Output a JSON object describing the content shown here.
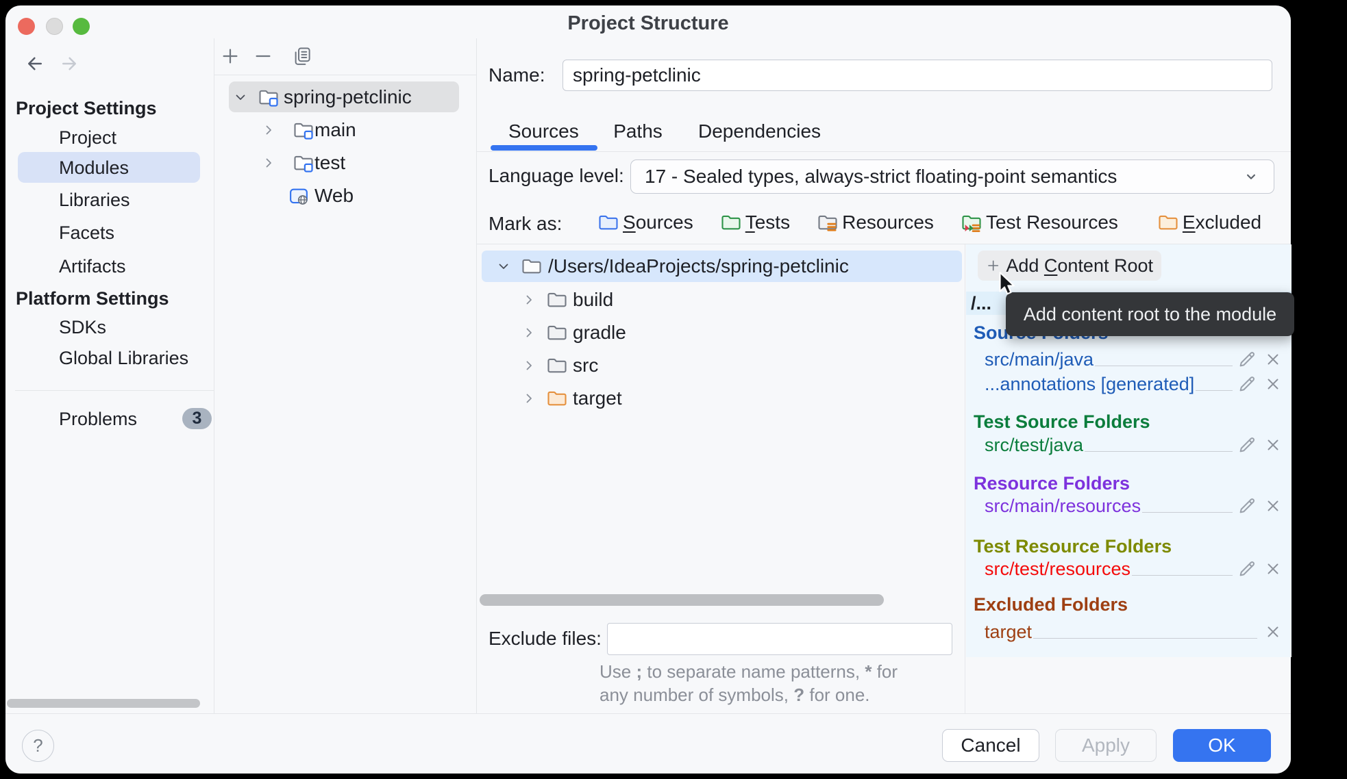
{
  "window": {
    "title": "Project Structure"
  },
  "colors": {
    "accent": "#3574F0",
    "window_bg": "#f7f8fa",
    "folders_panel_bg": "#eff7fd",
    "tree_selection_blue": "#d7e7fc",
    "tree_selection_gray": "#e0e1e3",
    "sidebar_selected": "#d8e2f7",
    "tooltip_bg": "#343639",
    "badge_bg": "#a9b3c0",
    "source_folders": "#1f5cb7",
    "test_source_folders": "#0b7d3c",
    "resource_folders": "#7d32dd",
    "test_resource_folders": "#7d8a00",
    "test_resource_item": "#f40b0b",
    "excluded_folders": "#9e3f12"
  },
  "icons": {
    "titlebar": [
      "close",
      "minimize",
      "zoom"
    ],
    "nav": [
      "back-arrow",
      "forward-arrow"
    ],
    "module_toolbar": [
      "add",
      "remove",
      "copy"
    ],
    "tree": [
      "chevron-down",
      "chevron-right",
      "folder",
      "module-folder",
      "web-module",
      "excluded-folder"
    ],
    "row_actions": [
      "edit-pencil",
      "remove-x"
    ],
    "other": [
      "help-question",
      "mouse-cursor",
      "dropdown-chevron"
    ]
  },
  "sidebar": {
    "sections": [
      {
        "heading": "Project Settings",
        "items": [
          {
            "label": "Project"
          },
          {
            "label": "Modules",
            "selected": true
          },
          {
            "label": "Libraries"
          },
          {
            "label": "Facets"
          },
          {
            "label": "Artifacts"
          }
        ]
      },
      {
        "heading": "Platform Settings",
        "items": [
          {
            "label": "SDKs"
          },
          {
            "label": "Global Libraries"
          }
        ]
      }
    ],
    "problems": {
      "label": "Problems",
      "count": "3"
    }
  },
  "module_panel": {
    "tree": [
      {
        "label": "spring-petclinic",
        "type": "module",
        "selected": true,
        "expanded": true
      },
      {
        "label": "main",
        "type": "module"
      },
      {
        "label": "test",
        "type": "module"
      },
      {
        "label": "Web",
        "type": "web-facet"
      }
    ]
  },
  "main": {
    "name_label": "Name:",
    "name_value": "spring-petclinic",
    "tabs": [
      {
        "label": "Sources"
      },
      {
        "label": "Paths"
      },
      {
        "label": "Dependencies"
      }
    ],
    "active_tab": "Sources",
    "language_level": {
      "label": "Language level:",
      "value": "17 - Sealed types, always-strict floating-point semantics"
    },
    "mark_as": {
      "label": "Mark as:",
      "options": [
        {
          "m": "S",
          "rest": "ources"
        },
        {
          "m": "T",
          "rest": "ests"
        },
        {
          "m": "",
          "rest": "Resources"
        },
        {
          "m": "",
          "rest": "Test Resources"
        },
        {
          "m": "E",
          "rest": "xcluded"
        }
      ]
    },
    "tree": {
      "root": "/Users/IdeaProjects/spring-petclinic",
      "children": [
        {
          "label": "build"
        },
        {
          "label": "gradle"
        },
        {
          "label": "src"
        },
        {
          "label": "target",
          "excluded": true
        }
      ]
    },
    "exclude": {
      "label": "Exclude files:",
      "value": "",
      "hint": {
        "l1a": "Use ",
        "l1b": ";",
        "l1c": " to separate name patterns, ",
        "l1d": "*",
        "l1e": " for",
        "l2a": "any number of symbols, ",
        "l2b": "?",
        "l2c": " for one."
      }
    }
  },
  "folders_panel": {
    "add_button": {
      "a": "Add ",
      "m": "C",
      "rest": "ontent Root"
    },
    "tooltip": "Add content root to the module",
    "truncated_root": "/...",
    "sections": [
      {
        "title": "Source Folders",
        "color": "#1f5cb7",
        "items": [
          {
            "path": "src/main/java",
            "editable": true
          },
          {
            "path": "...annotations [generated]",
            "editable": true
          }
        ]
      },
      {
        "title": "Test Source Folders",
        "color": "#0b7d3c",
        "items": [
          {
            "path": "src/test/java",
            "editable": true
          }
        ]
      },
      {
        "title": "Resource Folders",
        "color": "#7d32dd",
        "items": [
          {
            "path": "src/main/resources",
            "editable": true
          }
        ]
      },
      {
        "title": "Test Resource Folders",
        "color": "#7d8a00",
        "items": [
          {
            "path": "src/test/resources",
            "color": "#f40b0b",
            "editable": true
          }
        ]
      },
      {
        "title": "Excluded Folders",
        "color": "#9e3f12",
        "items": [
          {
            "path": "target",
            "editable": false
          }
        ]
      }
    ]
  },
  "footer": {
    "help": "?",
    "cancel": "Cancel",
    "apply": "Apply",
    "ok": "OK"
  }
}
